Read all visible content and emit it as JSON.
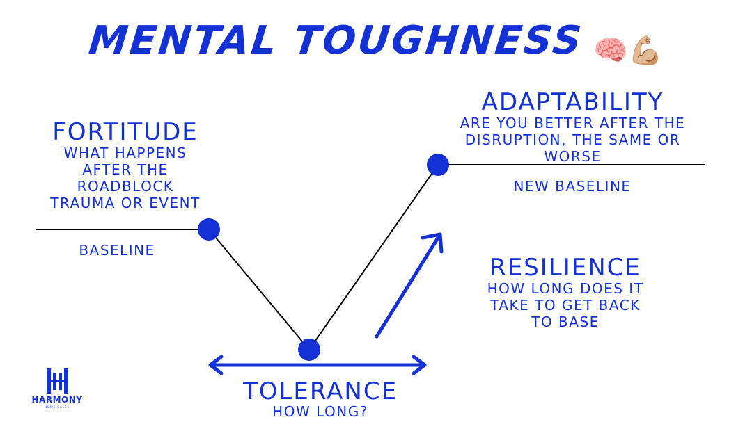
{
  "title": "MENTAL TOUGHNESS",
  "title_emojis": "🧠💪🏼",
  "fortitude": {
    "heading": "FORTITUDE",
    "lines": [
      "WHAT HAPPENS",
      "AFTER THE",
      "ROADBLOCK",
      "TRAUMA OR EVENT"
    ],
    "baseline_label": "BASELINE"
  },
  "adaptability": {
    "heading": "ADAPTABILITY",
    "lines": [
      "ARE YOU BETTER AFTER THE",
      "DISRUPTION, THE SAME OR",
      "WORSE"
    ],
    "baseline_label": "NEW BASELINE"
  },
  "resilience": {
    "heading": "RESILIENCE",
    "lines": [
      "HOW LONG DOES IT",
      "TAKE TO GET BACK",
      "TO BASE"
    ]
  },
  "tolerance": {
    "heading": "TOLERANCE",
    "sub": "HOW LONG?"
  },
  "logo": {
    "letter": "H",
    "word": "HARMONY",
    "tagline": "HOME SALES"
  },
  "colors": {
    "accent": "#1431d6",
    "line": "#000000",
    "background": "#ffffff"
  }
}
